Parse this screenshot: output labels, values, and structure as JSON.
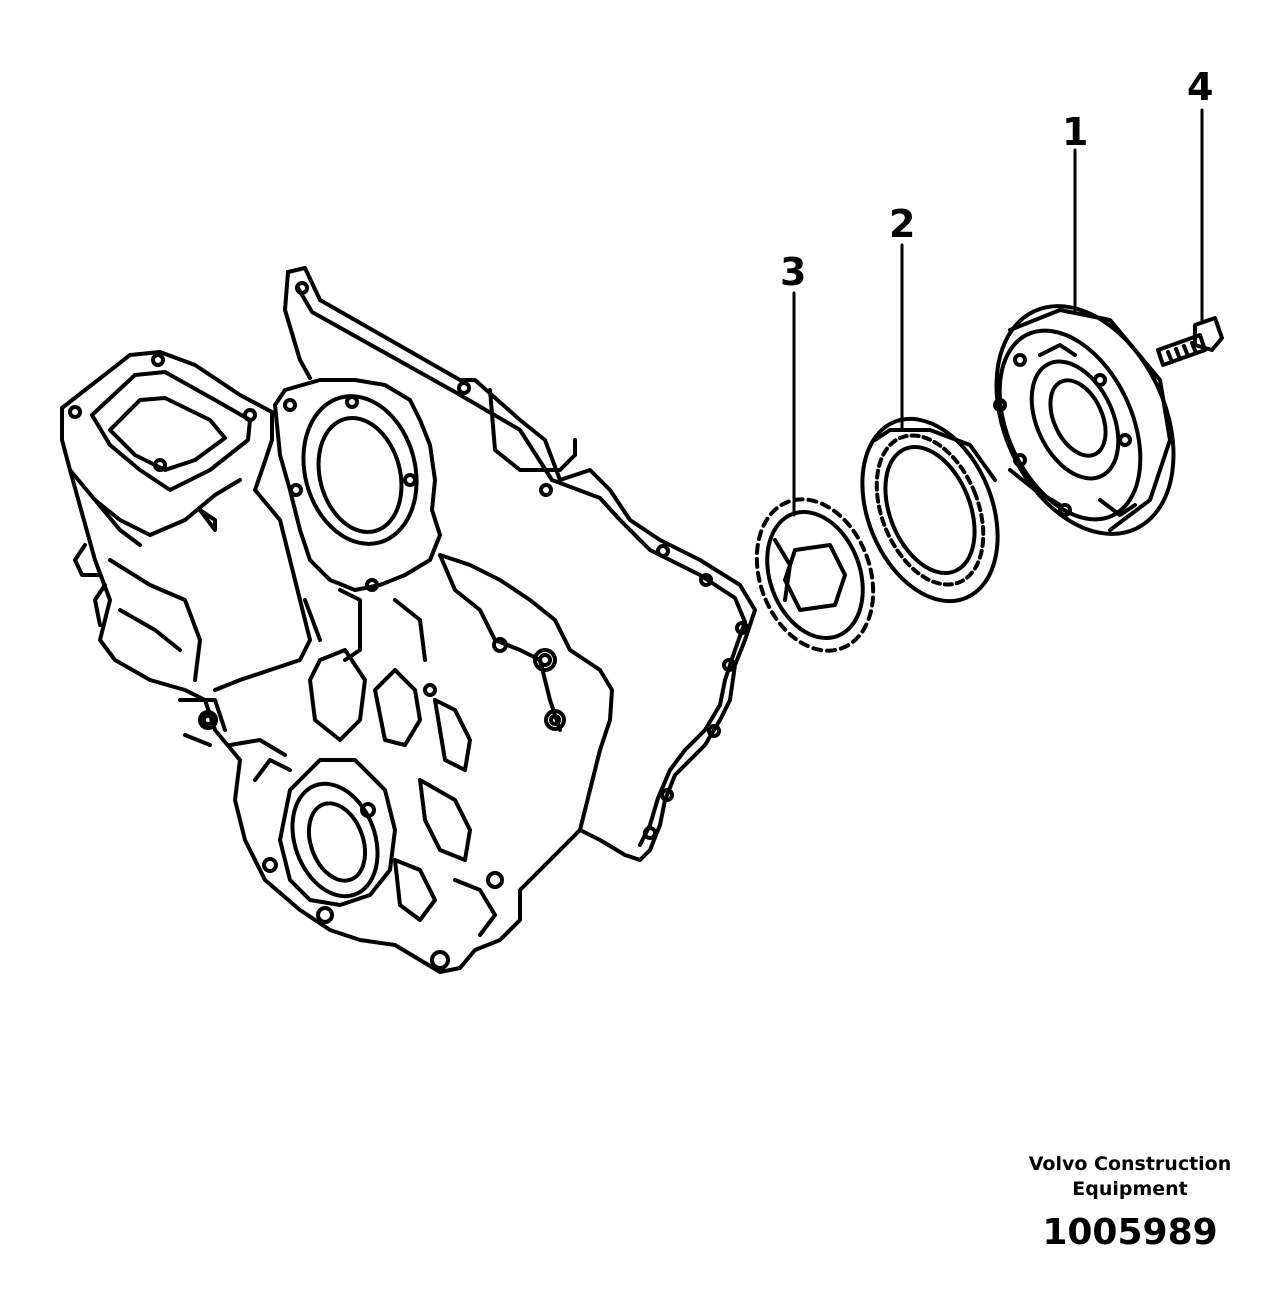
{
  "callouts": {
    "c1": "1",
    "c2": "2",
    "c3": "3",
    "c4": "4"
  },
  "footer": {
    "brand_line1": "Volvo Construction",
    "brand_line2": "Equipment",
    "doc_number": "1005989"
  },
  "colors": {
    "ink": "#000000",
    "paper": "#ffffff"
  }
}
